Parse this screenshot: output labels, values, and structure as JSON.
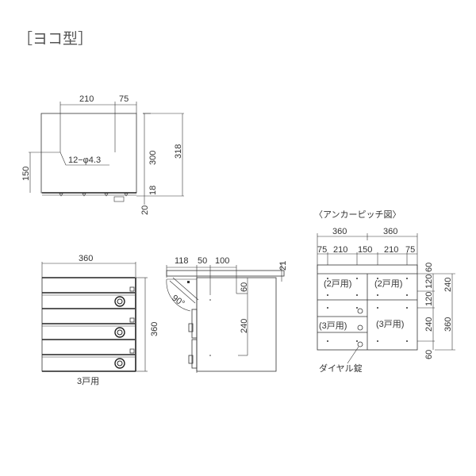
{
  "title": "［ヨコ型］",
  "top_view": {
    "dims": {
      "w210": "210",
      "w75": "75",
      "h300": "300",
      "h318": "318",
      "h150": "150",
      "h18": "18",
      "h20": "20"
    },
    "hole_note": "12−φ4.3"
  },
  "front_view": {
    "dims": {
      "width": "360",
      "height": "360"
    },
    "caption": "3戸用"
  },
  "side_view": {
    "dims": {
      "d118": "118",
      "d50": "50",
      "d100": "100",
      "d21": "21",
      "d60": "60",
      "d240": "240"
    },
    "angle": "90°"
  },
  "anchor_pitch": {
    "title": "〈アンカーピッチ図〉",
    "top_dims": [
      "360",
      "360"
    ],
    "sub_dims": [
      "75",
      "210",
      "150",
      "210",
      "75"
    ],
    "right_inner": [
      "60",
      "120",
      "120",
      "240",
      "60"
    ],
    "right_outer": [
      "240",
      "360"
    ],
    "cells": {
      "left_top": "(2戸用)",
      "right_top": "(2戸用)",
      "left_bottom": "(3戸用)",
      "right_bottom": "(3戸用)"
    },
    "lock_label": "ダイヤル錠"
  }
}
